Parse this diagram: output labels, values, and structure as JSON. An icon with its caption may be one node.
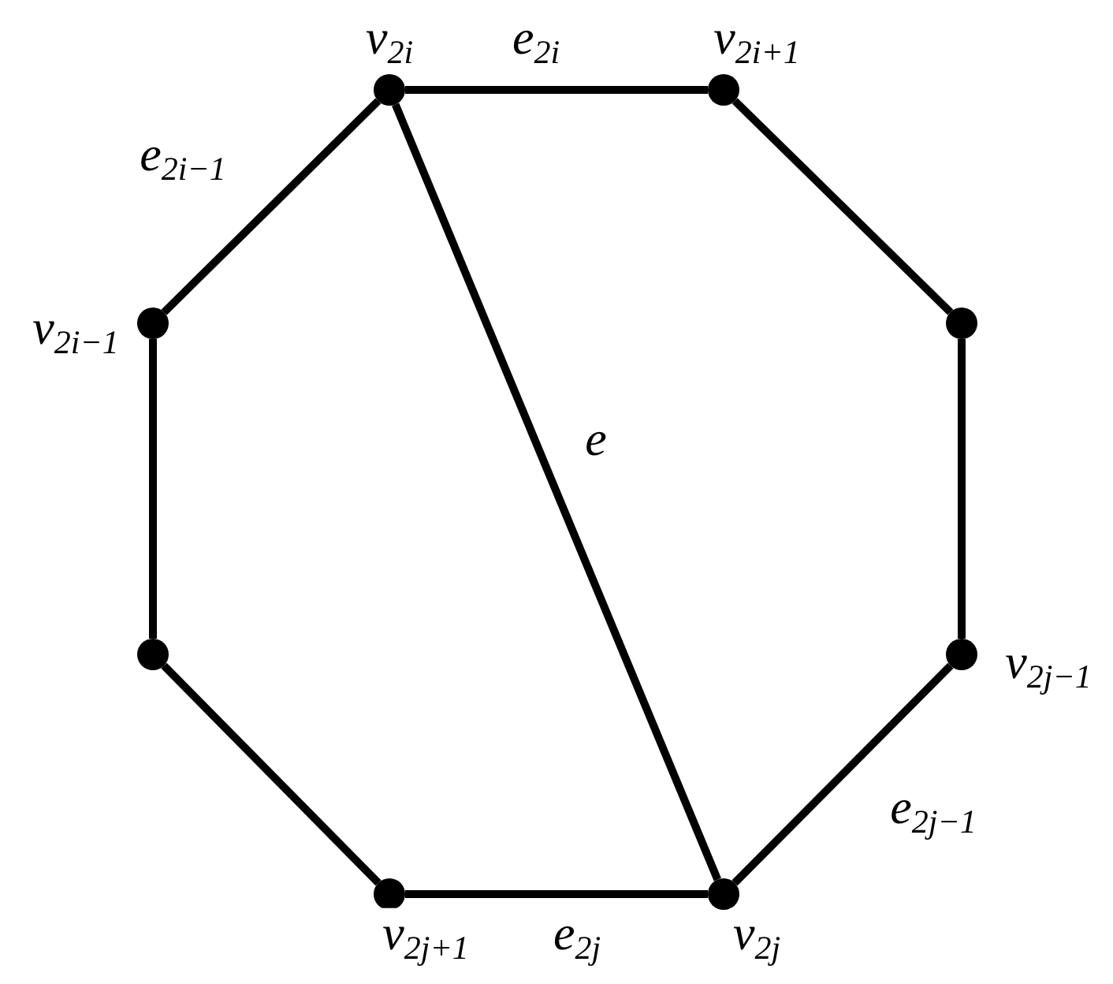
{
  "diagram": {
    "nodes": [
      {
        "text": [],
        "shape": "circle",
        "beside": [
          "v$_{2i}$"
        ]
      },
      {
        "text": [],
        "shape": "circle",
        "beside": [
          "v$_{2i+1}$"
        ]
      },
      {
        "text": [],
        "shape": "circle"
      },
      {
        "text": [],
        "shape": "circle",
        "beside": [
          "v$_{2j−1}$"
        ]
      },
      {
        "text": [],
        "shape": "circle",
        "beside": [
          "v$_{2j}$"
        ]
      },
      {
        "text": [],
        "shape": "circle",
        "beside": [
          "v$_{2j+1}$"
        ]
      },
      {
        "text": [],
        "shape": "circle"
      },
      {
        "text": [],
        "shape": "circle",
        "beside": [
          "v$_{2i−1}$"
        ]
      }
    ],
    "edges": [
      {
        "from": 0,
        "to": 1,
        "arrow": "none",
        "label": "e$_{2i}$"
      },
      {
        "from": 1,
        "to": 2,
        "arrow": "none"
      },
      {
        "from": 2,
        "to": 3,
        "arrow": "none"
      },
      {
        "from": 3,
        "to": 4,
        "arrow": "none",
        "label": "e$_{2j−1}$"
      },
      {
        "from": 4,
        "to": 5,
        "arrow": "none",
        "label": "e$_{2j}$"
      },
      {
        "from": 5,
        "to": 6,
        "arrow": "none"
      },
      {
        "from": 6,
        "to": 7,
        "arrow": "none"
      },
      {
        "from": 7,
        "to": 0,
        "arrow": "none",
        "label": "e$_{2i−1}$"
      },
      {
        "from": 0,
        "to": 4,
        "arrow": "none",
        "label": "e"
      }
    ]
  }
}
